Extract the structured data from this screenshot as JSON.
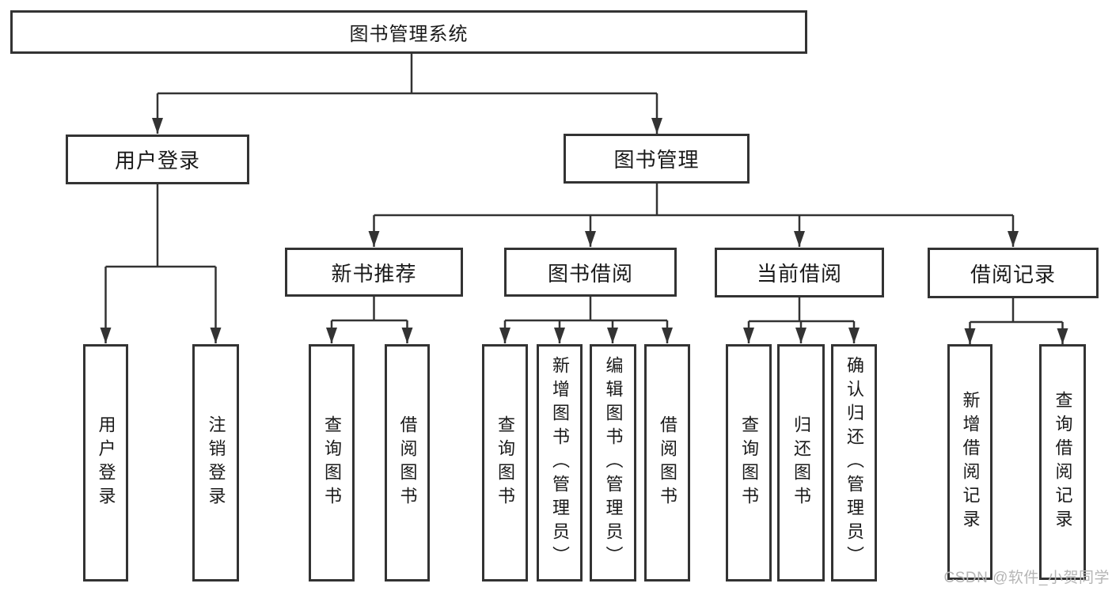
{
  "colors": {
    "line": "#333333",
    "box_border": "#333333",
    "text": "#1a1a1a",
    "watermark": "#b5b5b5",
    "background": "#ffffff"
  },
  "watermark": {
    "text": "CSDN @软件_小贺同学"
  },
  "tree": {
    "root": {
      "label": "图书管理系统"
    },
    "branches": [
      {
        "label": "用户登录",
        "children": [
          {
            "label": "用户登录"
          },
          {
            "label": "注销登录"
          }
        ]
      },
      {
        "label": "图书管理",
        "children": [
          {
            "label": "新书推荐",
            "children": [
              {
                "label": "查询图书"
              },
              {
                "label": "借阅图书"
              }
            ]
          },
          {
            "label": "图书借阅",
            "children": [
              {
                "label": "查询图书"
              },
              {
                "label": "新增图书（管理员）"
              },
              {
                "label": "编辑图书（管理员）"
              },
              {
                "label": "借阅图书"
              }
            ]
          },
          {
            "label": "当前借阅",
            "children": [
              {
                "label": "查询图书"
              },
              {
                "label": "归还图书"
              },
              {
                "label": "确认归还（管理员）"
              }
            ]
          },
          {
            "label": "借阅记录",
            "children": [
              {
                "label": "新增借阅记录"
              },
              {
                "label": "查询借阅记录"
              }
            ]
          }
        ]
      }
    ]
  }
}
